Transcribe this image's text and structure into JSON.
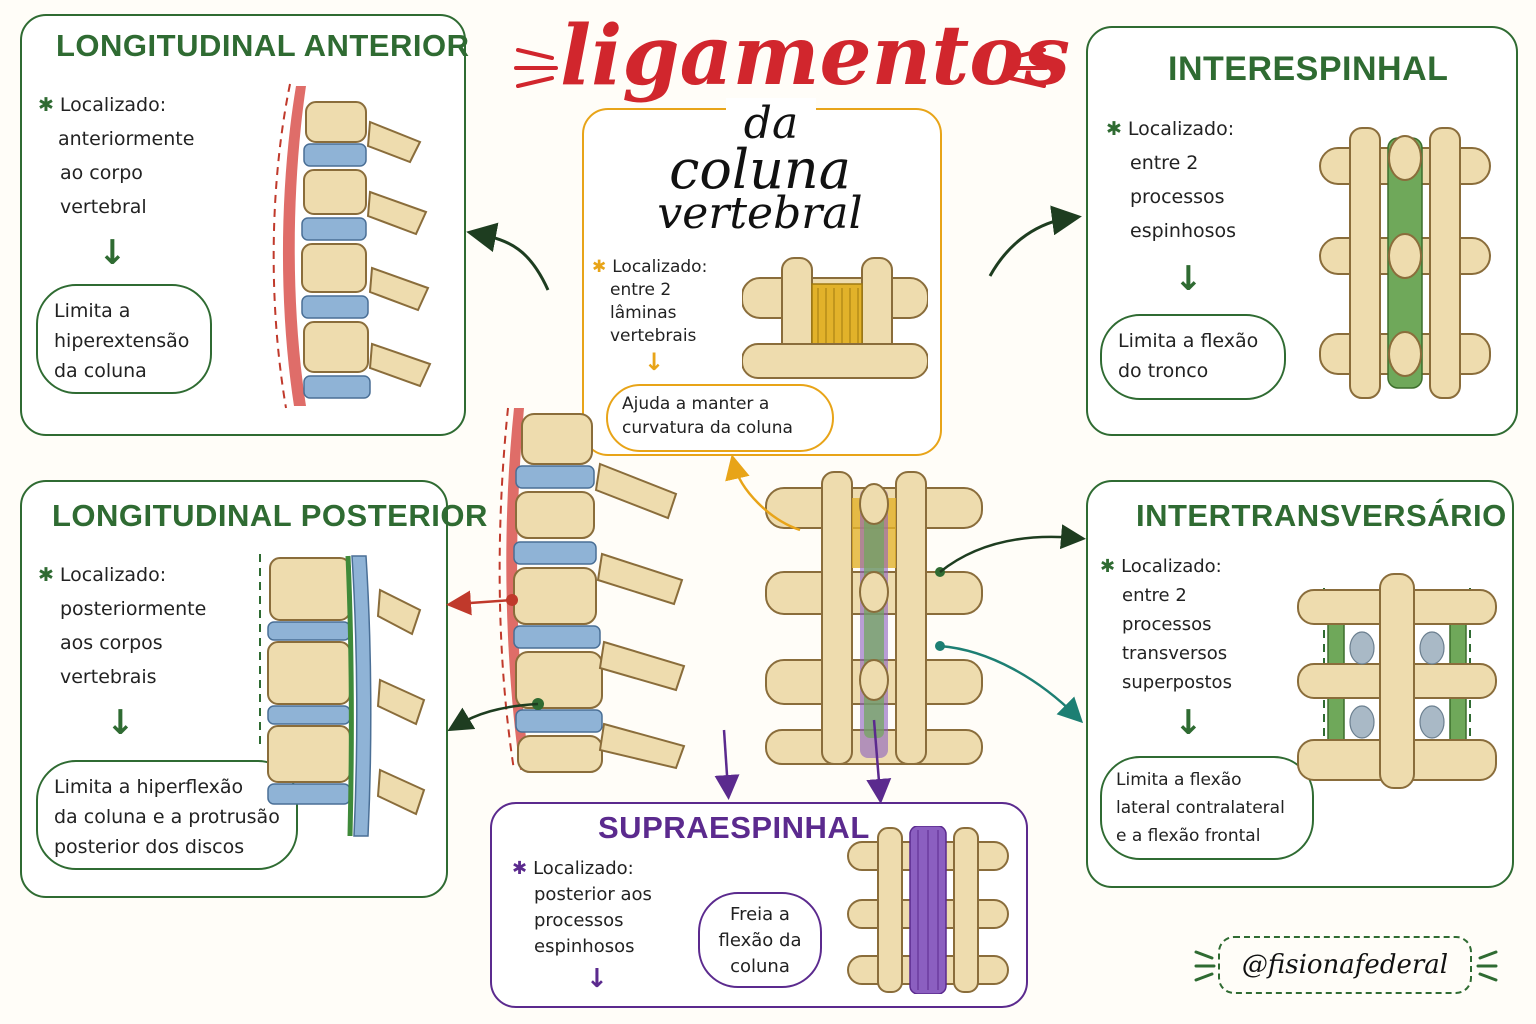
{
  "title": {
    "main": "ligamentos",
    "sub1": "da",
    "sub2": "coluna",
    "sub3": "vertebral"
  },
  "colors": {
    "green": "#2f6b32",
    "purple": "#5b2a8e",
    "orange": "#e8a418",
    "red": "#d1262d",
    "teal": "#1d7f73"
  },
  "cards": {
    "anterior": {
      "title": "LONGITUDINAL ANTERIOR",
      "loc": [
        "Localizado:",
        "anteriormente",
        "ao corpo",
        "vertebral"
      ],
      "effect": [
        "Limita a",
        "hiperextensão",
        "da coluna"
      ]
    },
    "posterior": {
      "title": "LONGITUDINAL POSTERIOR",
      "loc": [
        "Localizado:",
        "posteriormente",
        "aos corpos",
        "vertebrais"
      ],
      "effect": [
        "Limita a hiperflexão",
        "da coluna e a protrusão",
        "posterior dos discos"
      ]
    },
    "amarelo": {
      "loc": [
        "Localizado:",
        "entre 2",
        "lâminas",
        "vertebrais"
      ],
      "effect": [
        "Ajuda a manter a",
        "curvatura da coluna"
      ]
    },
    "interespinhal": {
      "title": "INTERESPINHAL",
      "loc": [
        "Localizado:",
        "entre 2",
        "processos",
        "espinhosos"
      ],
      "effect": [
        "Limita a flexão",
        "do tronco"
      ]
    },
    "intertransversario": {
      "title": "INTERTRANSVERSÁRIO",
      "loc": [
        "Localizado:",
        "entre 2",
        "processos",
        "transversos",
        "superpostos"
      ],
      "effect": [
        "Limita a flexão",
        "lateral contralateral",
        "e a flexão frontal"
      ]
    },
    "supraespinhal": {
      "title": "SUPRAESPINHAL",
      "loc": [
        "Localizado:",
        "posterior aos",
        "processos",
        "espinhosos"
      ],
      "effect": [
        "Freia a",
        "flexão da",
        "coluna"
      ]
    }
  },
  "icons": {
    "star": "asterisk-icon",
    "arrow": "arrow-down-icon"
  },
  "handle": "@fisionafederal"
}
